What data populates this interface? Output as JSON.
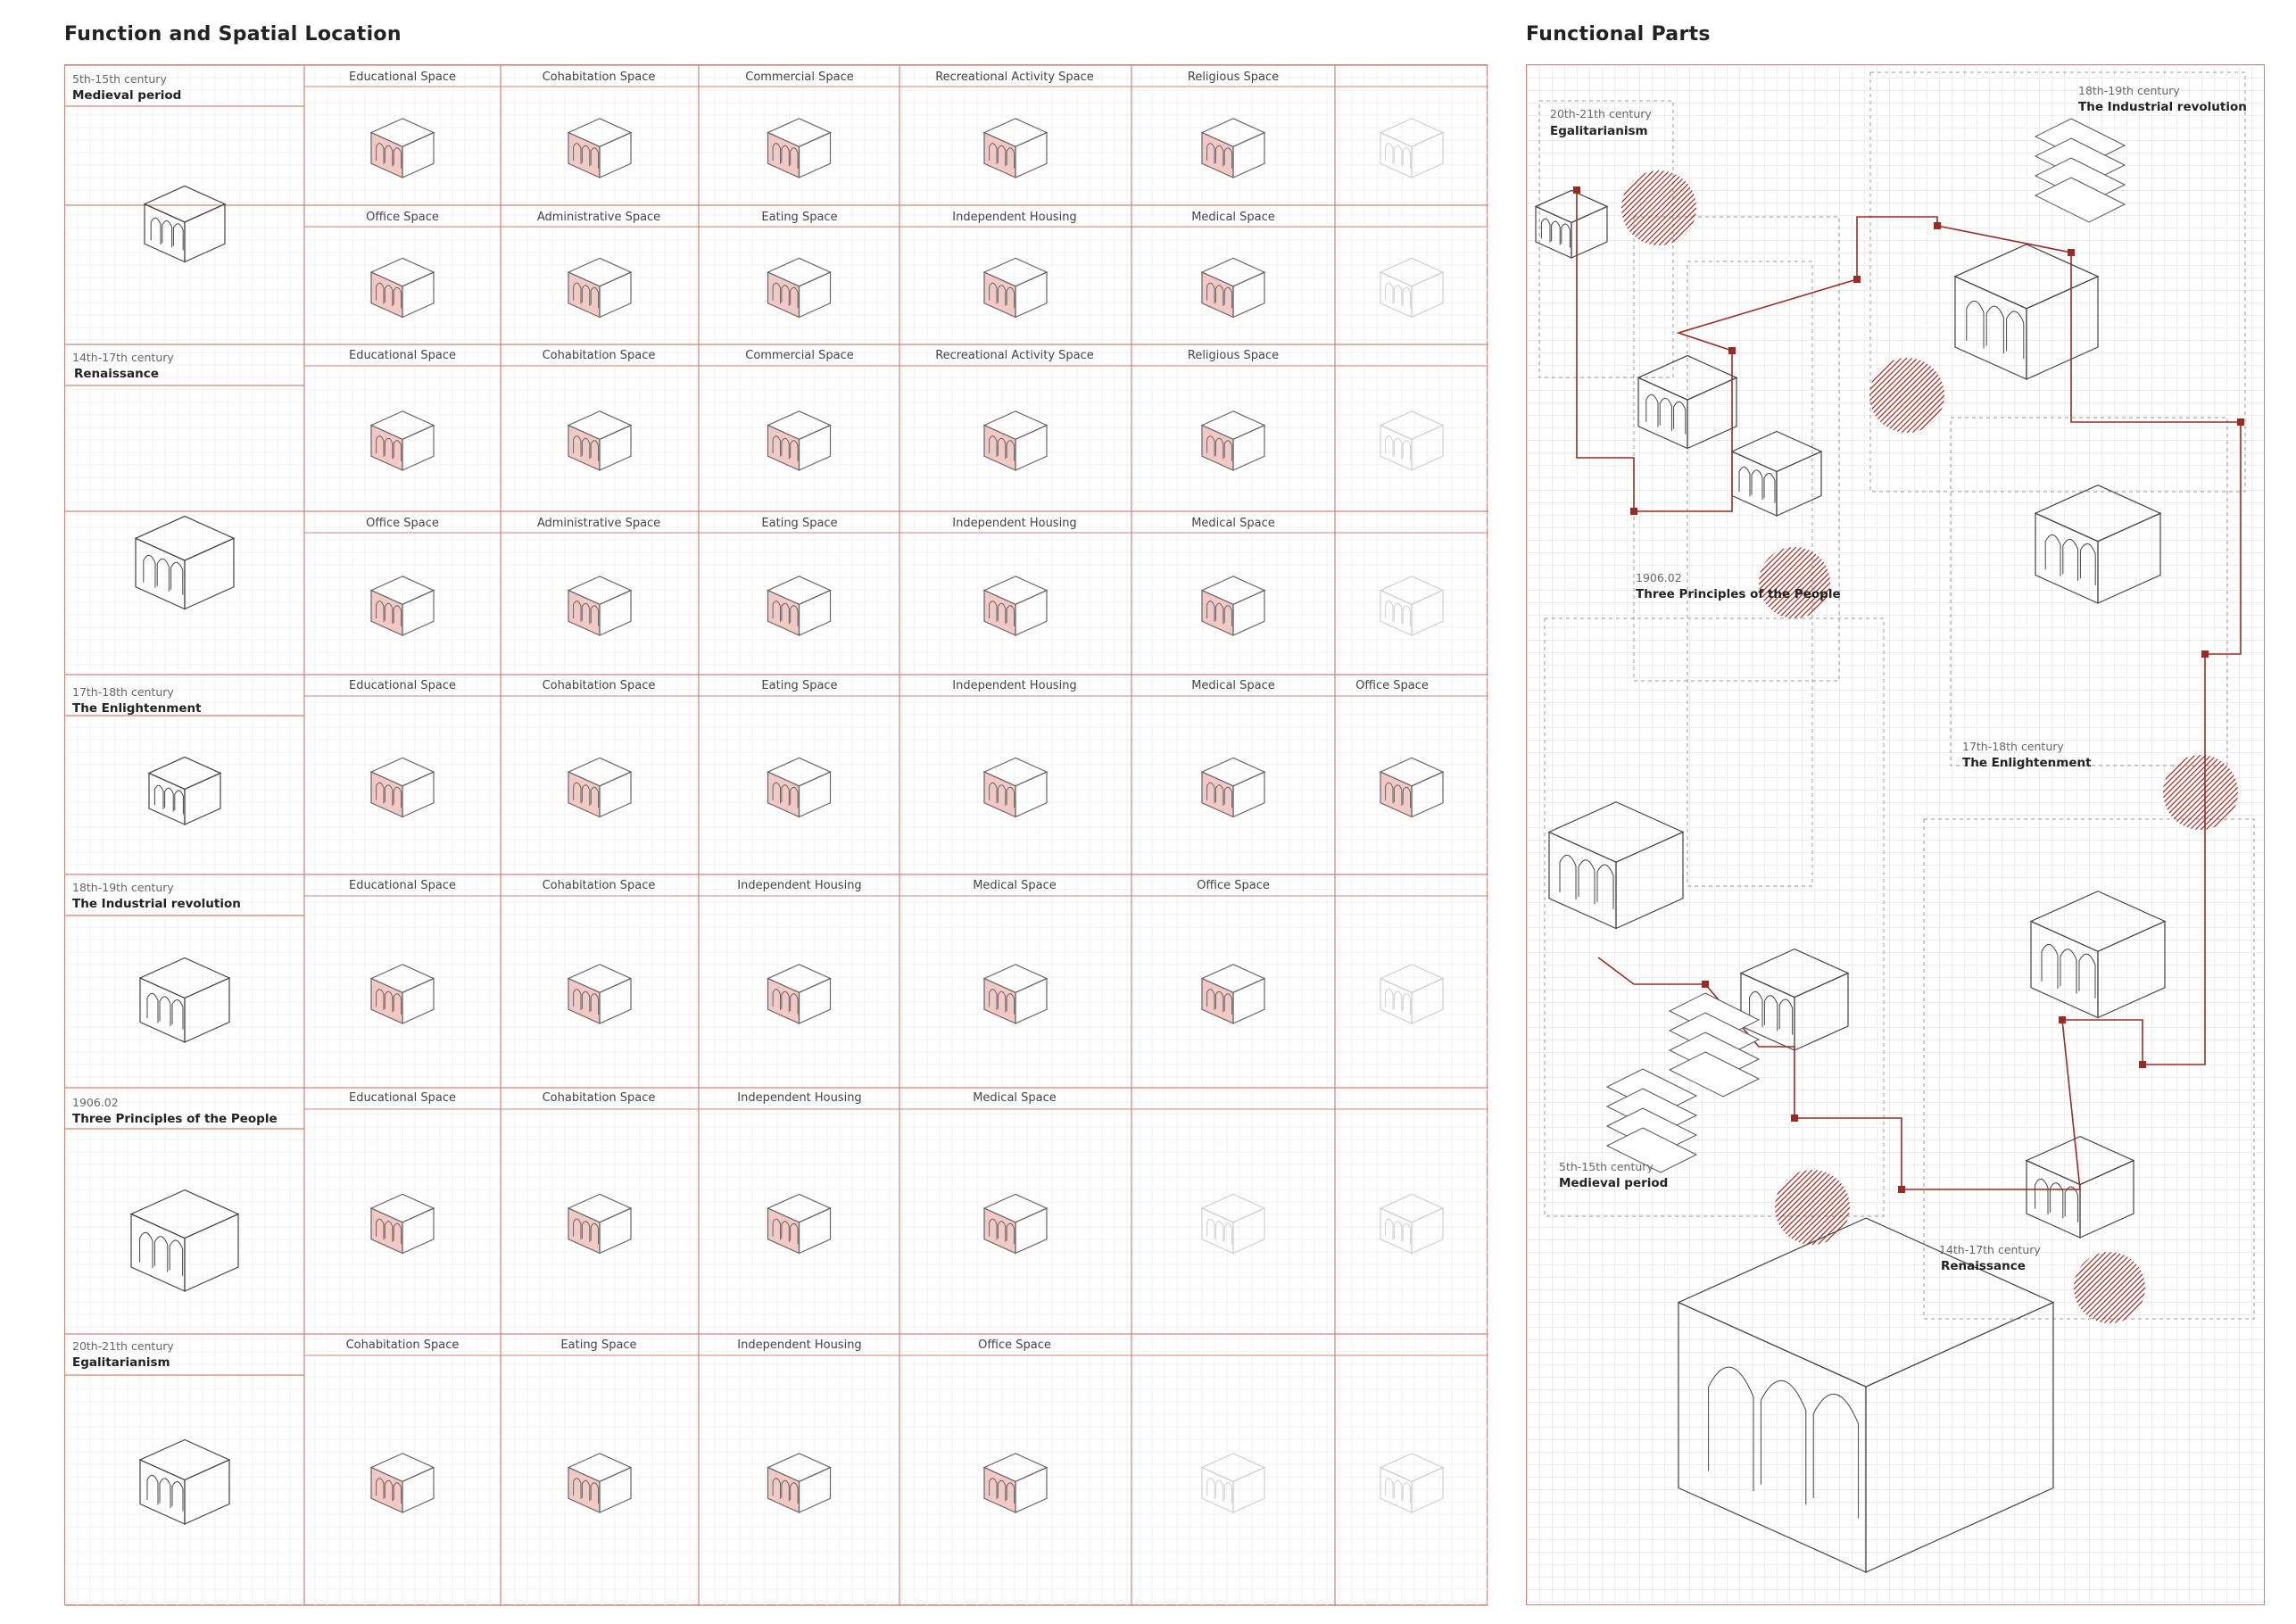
{
  "titles": {
    "left": "Function and Spatial Location",
    "right": "Functional Parts"
  },
  "colors": {
    "frame": "#c9877b",
    "highlight": "#f2c9c4",
    "route": "#9b2b22",
    "line": "#555555",
    "ghost": "#cfcfcf"
  },
  "periods": [
    {
      "range": "5th-15th century",
      "name": "Medieval period"
    },
    {
      "range": "14th-17th century",
      "name": "Renaissance"
    },
    {
      "range": "17th-18th century",
      "name": "The Enlightenment"
    },
    {
      "range": "18th-19th century",
      "name": "The Industrial revolution"
    },
    {
      "range": "1906.02",
      "name": "Three Principles of the People"
    },
    {
      "range": "20th-21th century",
      "name": "Egalitarianism"
    }
  ],
  "rows": [
    {
      "period": 0,
      "labels": [
        "Educational Space",
        "Cohabitation Space",
        "Commercial Space",
        "Recreational Activity Space",
        "Religious Space"
      ]
    },
    {
      "period": 0,
      "labels": [
        "Office Space",
        "Administrative Space",
        "Eating Space",
        "Independent Housing",
        "Medical Space"
      ]
    },
    {
      "period": 1,
      "labels": [
        "Educational Space",
        "Cohabitation Space",
        "Commercial Space",
        "Recreational Activity Space",
        "Religious Space"
      ]
    },
    {
      "period": 1,
      "labels": [
        "Office Space",
        "Administrative Space",
        "Eating Space",
        "Independent Housing",
        "Medical Space"
      ]
    },
    {
      "period": 2,
      "labels": [
        "Educational Space",
        "Cohabitation Space",
        "Eating Space",
        "Independent Housing",
        "Medical Space",
        "Office Space"
      ]
    },
    {
      "period": 3,
      "labels": [
        "Educational Space",
        "Cohabitation Space",
        "Independent Housing",
        "Medical Space",
        "Office Space"
      ]
    },
    {
      "period": 4,
      "labels": [
        "Educational Space",
        "Cohabitation Space",
        "Independent Housing",
        "Medical Space"
      ]
    },
    {
      "period": 5,
      "labels": [
        "Cohabitation Space",
        "Eating Space",
        "Independent Housing",
        "Office Space"
      ]
    }
  ],
  "right_labels": [
    {
      "range": "20th-21th century",
      "name": "Egalitarianism"
    },
    {
      "range": "18th-19th century",
      "name": "The Industrial revolution"
    },
    {
      "range": "1906.02",
      "name": "Three Principles of the People"
    },
    {
      "range": "17th-18th century",
      "name": "The Enlightenment"
    },
    {
      "range": "5th-15th century",
      "name": "Medieval period"
    },
    {
      "range": "14th-17th century",
      "name": "Renaissance"
    }
  ]
}
